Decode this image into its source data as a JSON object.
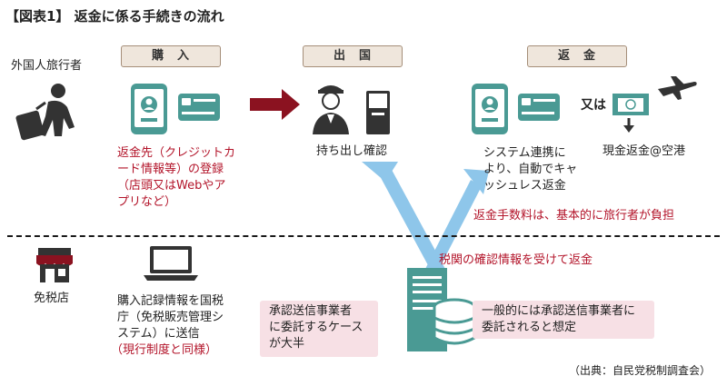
{
  "title": "【図表1】 返金に係る手続きの流れ",
  "stages": {
    "purchase": "購　入",
    "departure": "出　国",
    "refund": "返　金"
  },
  "actors": {
    "tourist": "外国人旅行者",
    "shop": "免税店"
  },
  "refund_destination": [
    "返金先（クレジットカ",
    "ード情報等）の登録",
    "（店頭又はWebやア",
    "プリなど）"
  ],
  "departure_check": "持ち出し確認",
  "auto_refund": [
    "システム連携に",
    "より、自動でキャ",
    "ッシュレス返金"
  ],
  "or_label": "又は",
  "cash_refund": "現金返金@空港",
  "fee_note": "返金手数料は、基本的に旅行者が負担",
  "customs_note": "税関の確認情報を受けて返金",
  "shop_send": [
    "購入記録情報を国税",
    "庁（免税販売管理シ",
    "ステム）に送信"
  ],
  "shop_send_note": "（現行制度と同様）",
  "callout_left": [
    "承認送信事業者",
    "に委託するケース",
    "が大半"
  ],
  "callout_right": [
    "一般的には承認送信事業者に",
    "委託されると想定"
  ],
  "source": "（出典：自民党税制調査会）",
  "colors": {
    "accent_red": "#b3142a",
    "arrow_blue": "#8ec6ea",
    "teal": "#4a9a94",
    "dark_red": "#8b1220"
  }
}
